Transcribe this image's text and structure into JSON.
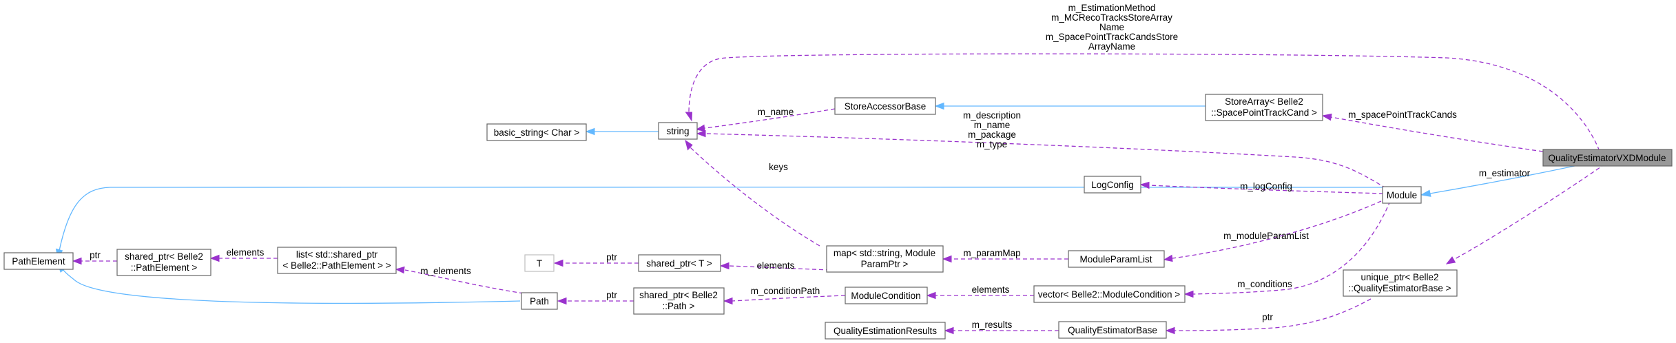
{
  "nodes": {
    "path_element": "PathElement",
    "shared_ptr_path_element": [
      "shared_ptr< Belle2",
      "::PathElement >"
    ],
    "list_shared_ptr": [
      "list< std::shared_ptr",
      "< Belle2::PathElement > >"
    ],
    "basic_string": "basic_string< Char >",
    "string": "string",
    "t": "T",
    "shared_ptr_t": "shared_ptr< T >",
    "path": "Path",
    "shared_ptr_path": [
      "shared_ptr< Belle2",
      "::Path >"
    ],
    "store_accessor_base": "StoreAccessorBase",
    "map_string_module": [
      "map< std::string, Module",
      "ParamPtr >"
    ],
    "module_condition": "ModuleCondition",
    "quality_estimation_results": "QualityEstimationResults",
    "log_config": "LogConfig",
    "module_param_list": "ModuleParamList",
    "vector_module_condition": "vector< Belle2::ModuleCondition >",
    "quality_estimator_base": "QualityEstimatorBase",
    "store_array": [
      "StoreArray< Belle2",
      "::SpacePointTrackCand >"
    ],
    "module": "Module",
    "unique_ptr": [
      "unique_ptr< Belle2",
      "::QualityEstimatorBase >"
    ],
    "quality_estimator_vxd_module": "QualityEstimatorVXDModule"
  },
  "edge_labels": {
    "ptr_shared_to_path_element": "ptr",
    "elements_list": "elements",
    "m_elements": "m_elements",
    "ptr_t": "ptr",
    "elements_map": "elements",
    "ptr_path": "ptr",
    "m_condition_path": "m_conditionPath",
    "m_name": "m_name",
    "keys": "keys",
    "m_param_map": "m_paramMap",
    "elements_vector": "elements",
    "m_results": "m_results",
    "ptr_estimator": "ptr",
    "m_log_config": "m_logConfig",
    "m_module_param_list": "m_moduleParamList",
    "m_conditions": "m_conditions",
    "m_space_point_track_cands": "m_spacePointTrackCands",
    "m_estimator": "m_estimator",
    "module_strings": [
      "m_description",
      "m_name",
      "m_package",
      "m_type"
    ],
    "vxd_strings": [
      "m_EstimationMethod",
      "m_MCRecoTracksStoreArray",
      "Name",
      "m_SpacePointTrackCandsStore",
      "ArrayName"
    ]
  }
}
